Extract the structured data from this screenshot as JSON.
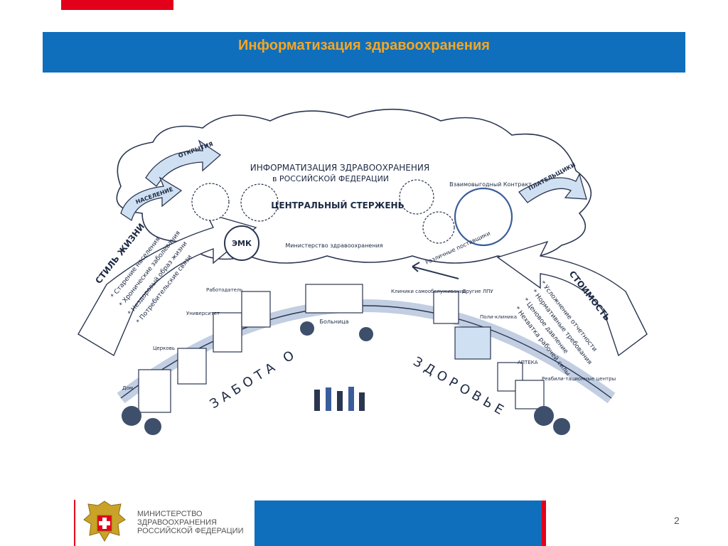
{
  "header": {
    "title": "Информатизация здравоохранения"
  },
  "illustration": {
    "cloud_title_1": "ИНФОРМАТИЗАЦИЯ ЗДРАВООХРАНЕНИЯ",
    "cloud_title_2": "в РОССИЙСКОЙ ФЕДЕРАЦИИ",
    "core": "ЦЕНТРАЛЬНЫЙ СТЕРЖЕНЬ",
    "emk": "ЭМК",
    "ministry_label": "Министерство здравоохранения",
    "arrow_openings": "ОТКРЫТИЯ",
    "arrow_population": "НАСЕЛЕНИЕ",
    "arrow_payers": "ПЛАТЕЛЬЩИКИ",
    "lifestyle_title": "СТИЛЬ ЖИЗНИ",
    "lifestyle_items": [
      "* Старение населения",
      "* Хронические заболевания",
      "* Нездоровый образ жизни",
      "* Потребительские связи"
    ],
    "cost_title": "СТОИМОСТЬ",
    "cost_items": [
      "* Усложнение отчетности",
      "* Нормативные требования",
      "* Ценовое давление",
      "* Нехватка рабочей силы"
    ],
    "care": "ЗАБОТА О",
    "health": "ЗДОРОВЬЕ",
    "suppliers": "Различные поставщики",
    "contract": "Взаимовыгодный Контракт",
    "places": [
      "Дом",
      "Церковь",
      "Университет",
      "Работодатель",
      "Больница",
      "Клиники самообслуживания",
      "Другие ЛПУ",
      "Поли-клиника",
      "АПТЕКА",
      "Реабили-тационные центры"
    ]
  },
  "footer": {
    "ministry_lines": [
      "МИНИСТЕРСТВО",
      "ЗДРАВООХРАНЕНИЯ",
      "РОССИЙСКОЙ ФЕДЕРАЦИИ"
    ],
    "page_number": "2"
  },
  "colors": {
    "title_bar": "#0f6fbd",
    "title_text": "#f5a623",
    "accent_red": "#e3001b"
  }
}
